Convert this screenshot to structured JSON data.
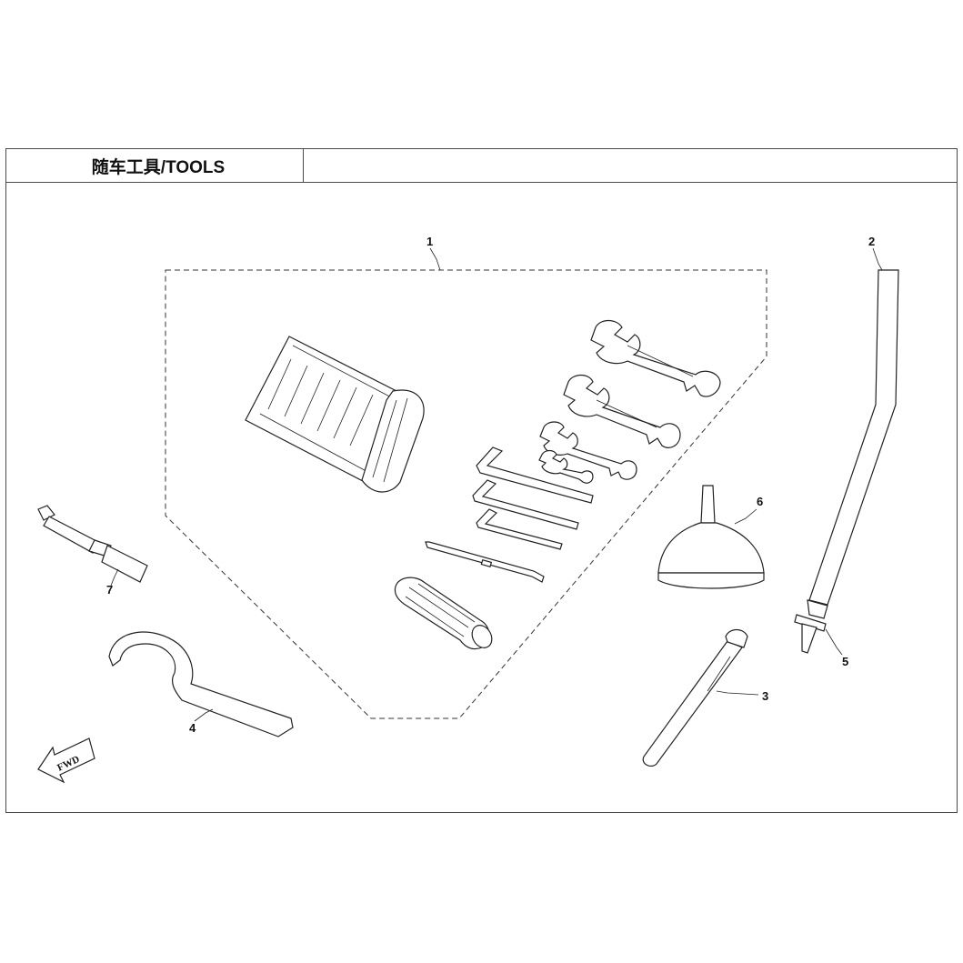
{
  "header": {
    "title": "随车工具/TOOLS"
  },
  "callouts": {
    "c1": "1",
    "c2": "2",
    "c3": "3",
    "c4": "4",
    "c5": "5",
    "c6": "6",
    "c7": "7"
  },
  "fwd_label": "FWD"
}
